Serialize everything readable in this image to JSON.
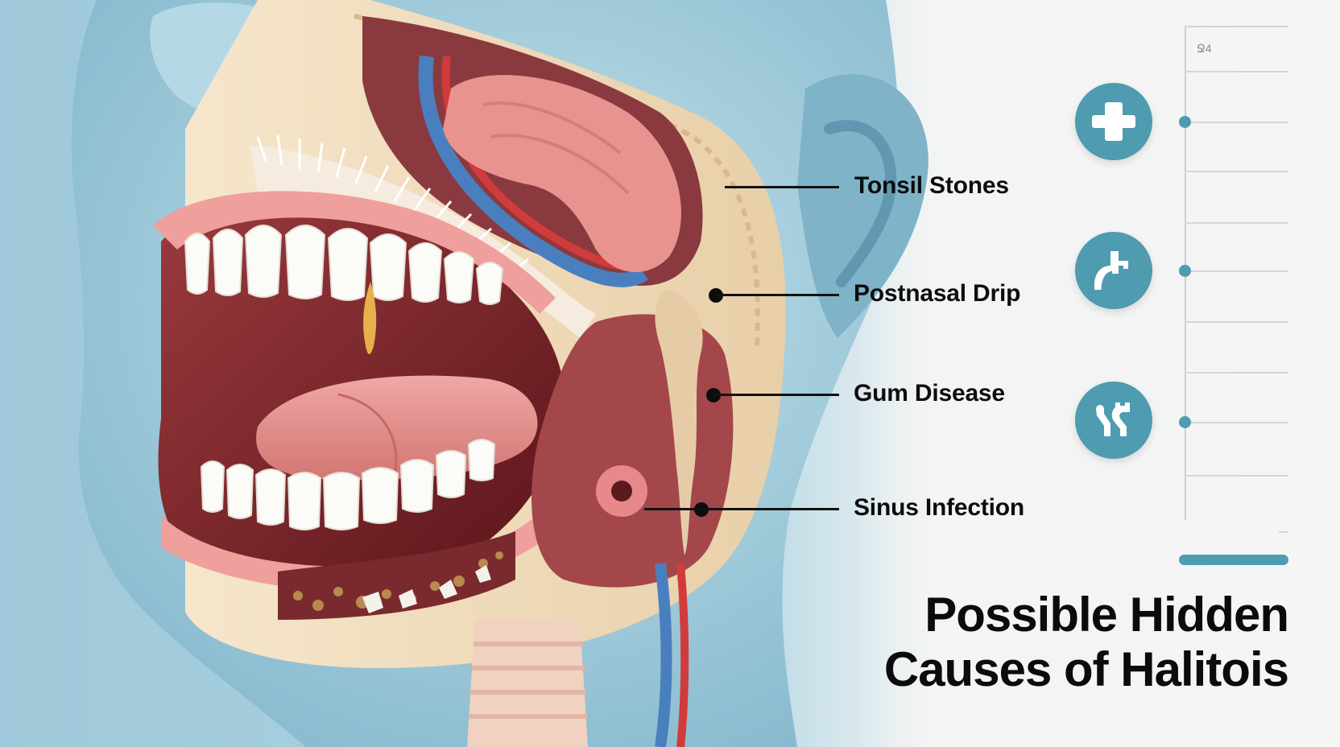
{
  "title": {
    "line1": "Possible Hidden",
    "line2": "Causes of Halitois"
  },
  "labels": [
    {
      "text": "Tonsil Stones",
      "pointer": "tonsil-area"
    },
    {
      "text": "Postnasal Drip",
      "pointer": "nasal-passage"
    },
    {
      "text": "Gum Disease",
      "pointer": "throat-drip"
    },
    {
      "text": "Sinus Infection",
      "pointer": "lesion"
    }
  ],
  "icons": [
    {
      "name": "medical-cross-icon"
    },
    {
      "name": "faucet-icon"
    },
    {
      "name": "wrench-connector-icon"
    }
  ],
  "panel": {
    "corner_code": "Ջ4"
  },
  "colors": {
    "accent_teal": "#4f9bb0",
    "skin_blue": "#a9d0df",
    "gum_pink": "#e58f8f",
    "tissue_beige": "#f1dcbc",
    "text": "#0d0d0d",
    "background": "#f3f4f4"
  }
}
